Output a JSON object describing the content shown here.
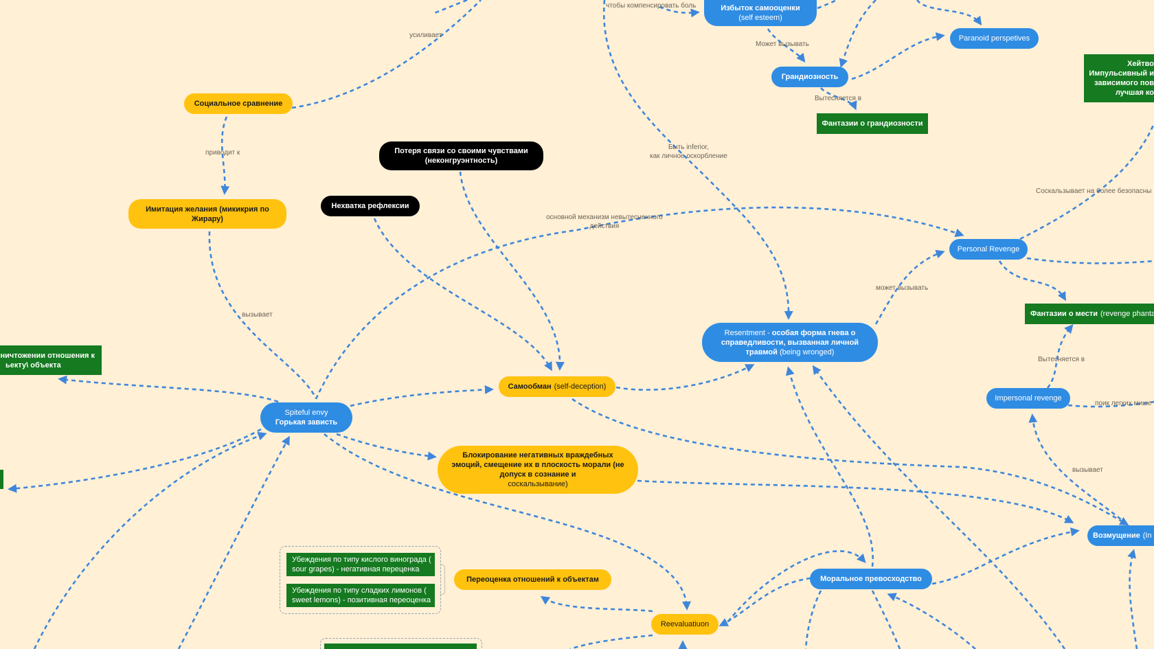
{
  "colors": {
    "background": "#FFF0D6",
    "yellow_node": "#FFC20E",
    "blue_node": "#2F8CE3",
    "black_node": "#000000",
    "green_node": "#157A20",
    "edge": "#3E86DA",
    "edge_label": "#6b6357"
  },
  "nodes": {
    "social_comparison": "Социальное сравнение",
    "imitation_desire": "Имитация желания (микикрия по Жирару)",
    "loss_of_feelings": "Потеря связи со своими чувствами (неконгруэнтность)",
    "lack_reflection": "Нехватка рефлексии",
    "spiteful_envy_en": "Spiteful envy",
    "spiteful_envy_ru": "Горькая зависть",
    "self_deception": "Самообман",
    "self_deception_en": "(self-deception)",
    "blocking_emotions": "Блокирование негативных враждебных эмоций, смещение их в плоскость морали (не допуск в сознание и",
    "blocking_emotions_tail": "соскальзывание)",
    "reevaluation_relations": "Переоценка отношений к объектам",
    "sour_grapes_1": "Убеждения по типу кислого винограда (",
    "sour_grapes_2": "sour grapes) - негативная переценка",
    "sweet_lemons_1": "Убеждения по типу сладких лимонов (",
    "sweet_lemons_2": "sweet lemons) - позитивная переоценка",
    "reevaluatiuon": "Reevaluatiuon",
    "moral_superiority": "Моральное превосходство",
    "resentment_lead": "Resentment - ",
    "resentment_bold": "особая форма гнева о справедливости, вызванная личной травмой",
    "resentment_tail": "(being wronged)",
    "excess_self_esteem": "Избыток самооценки",
    "excess_self_esteem_en": "(self esteem)",
    "grandiosity": "Грандиозность",
    "paranoid": "Paranoid perspetives",
    "fantasy_grandiosity": "Фантазии о грандиозности",
    "personal_revenge": "Personal Revenge",
    "fantasy_revenge": "Фантазии о мести",
    "fantasy_revenge_en": "(revenge phantas",
    "impersonal_revenge": "Impersonal revenge",
    "indignation": "Возмущение",
    "indignation_tail": "(In",
    "green_left_1": "ничтожении отношения к",
    "green_left_2": "ьекту\\ объекта",
    "green_right_1": "Хейтво",
    "green_right_2": "Импульсивный и",
    "green_right_3": "зависимого пов",
    "green_right_4": "лучшая ко"
  },
  "edge_labels": {
    "usilivaet": "усиливает",
    "privodit_k": "приводит к",
    "vyzyvaet": "вызывает",
    "mechanism_1": "основной механизм невытесненного",
    "mechanism_2": "действия",
    "compensate": "чтобы компенсировать боль",
    "may_cause_top": "Может вызывать",
    "displaced_top": "Вытесняется в",
    "inferior_1": "Быть inferior,",
    "inferior_2": "как личное оскорбление",
    "may_cause": "может вызывать",
    "slides": "Соскальзывает на более безопасны",
    "displaced_right": "Вытесняется в",
    "search_easy": "поик легких мише",
    "vyzyvaet_right": "вызывает"
  }
}
